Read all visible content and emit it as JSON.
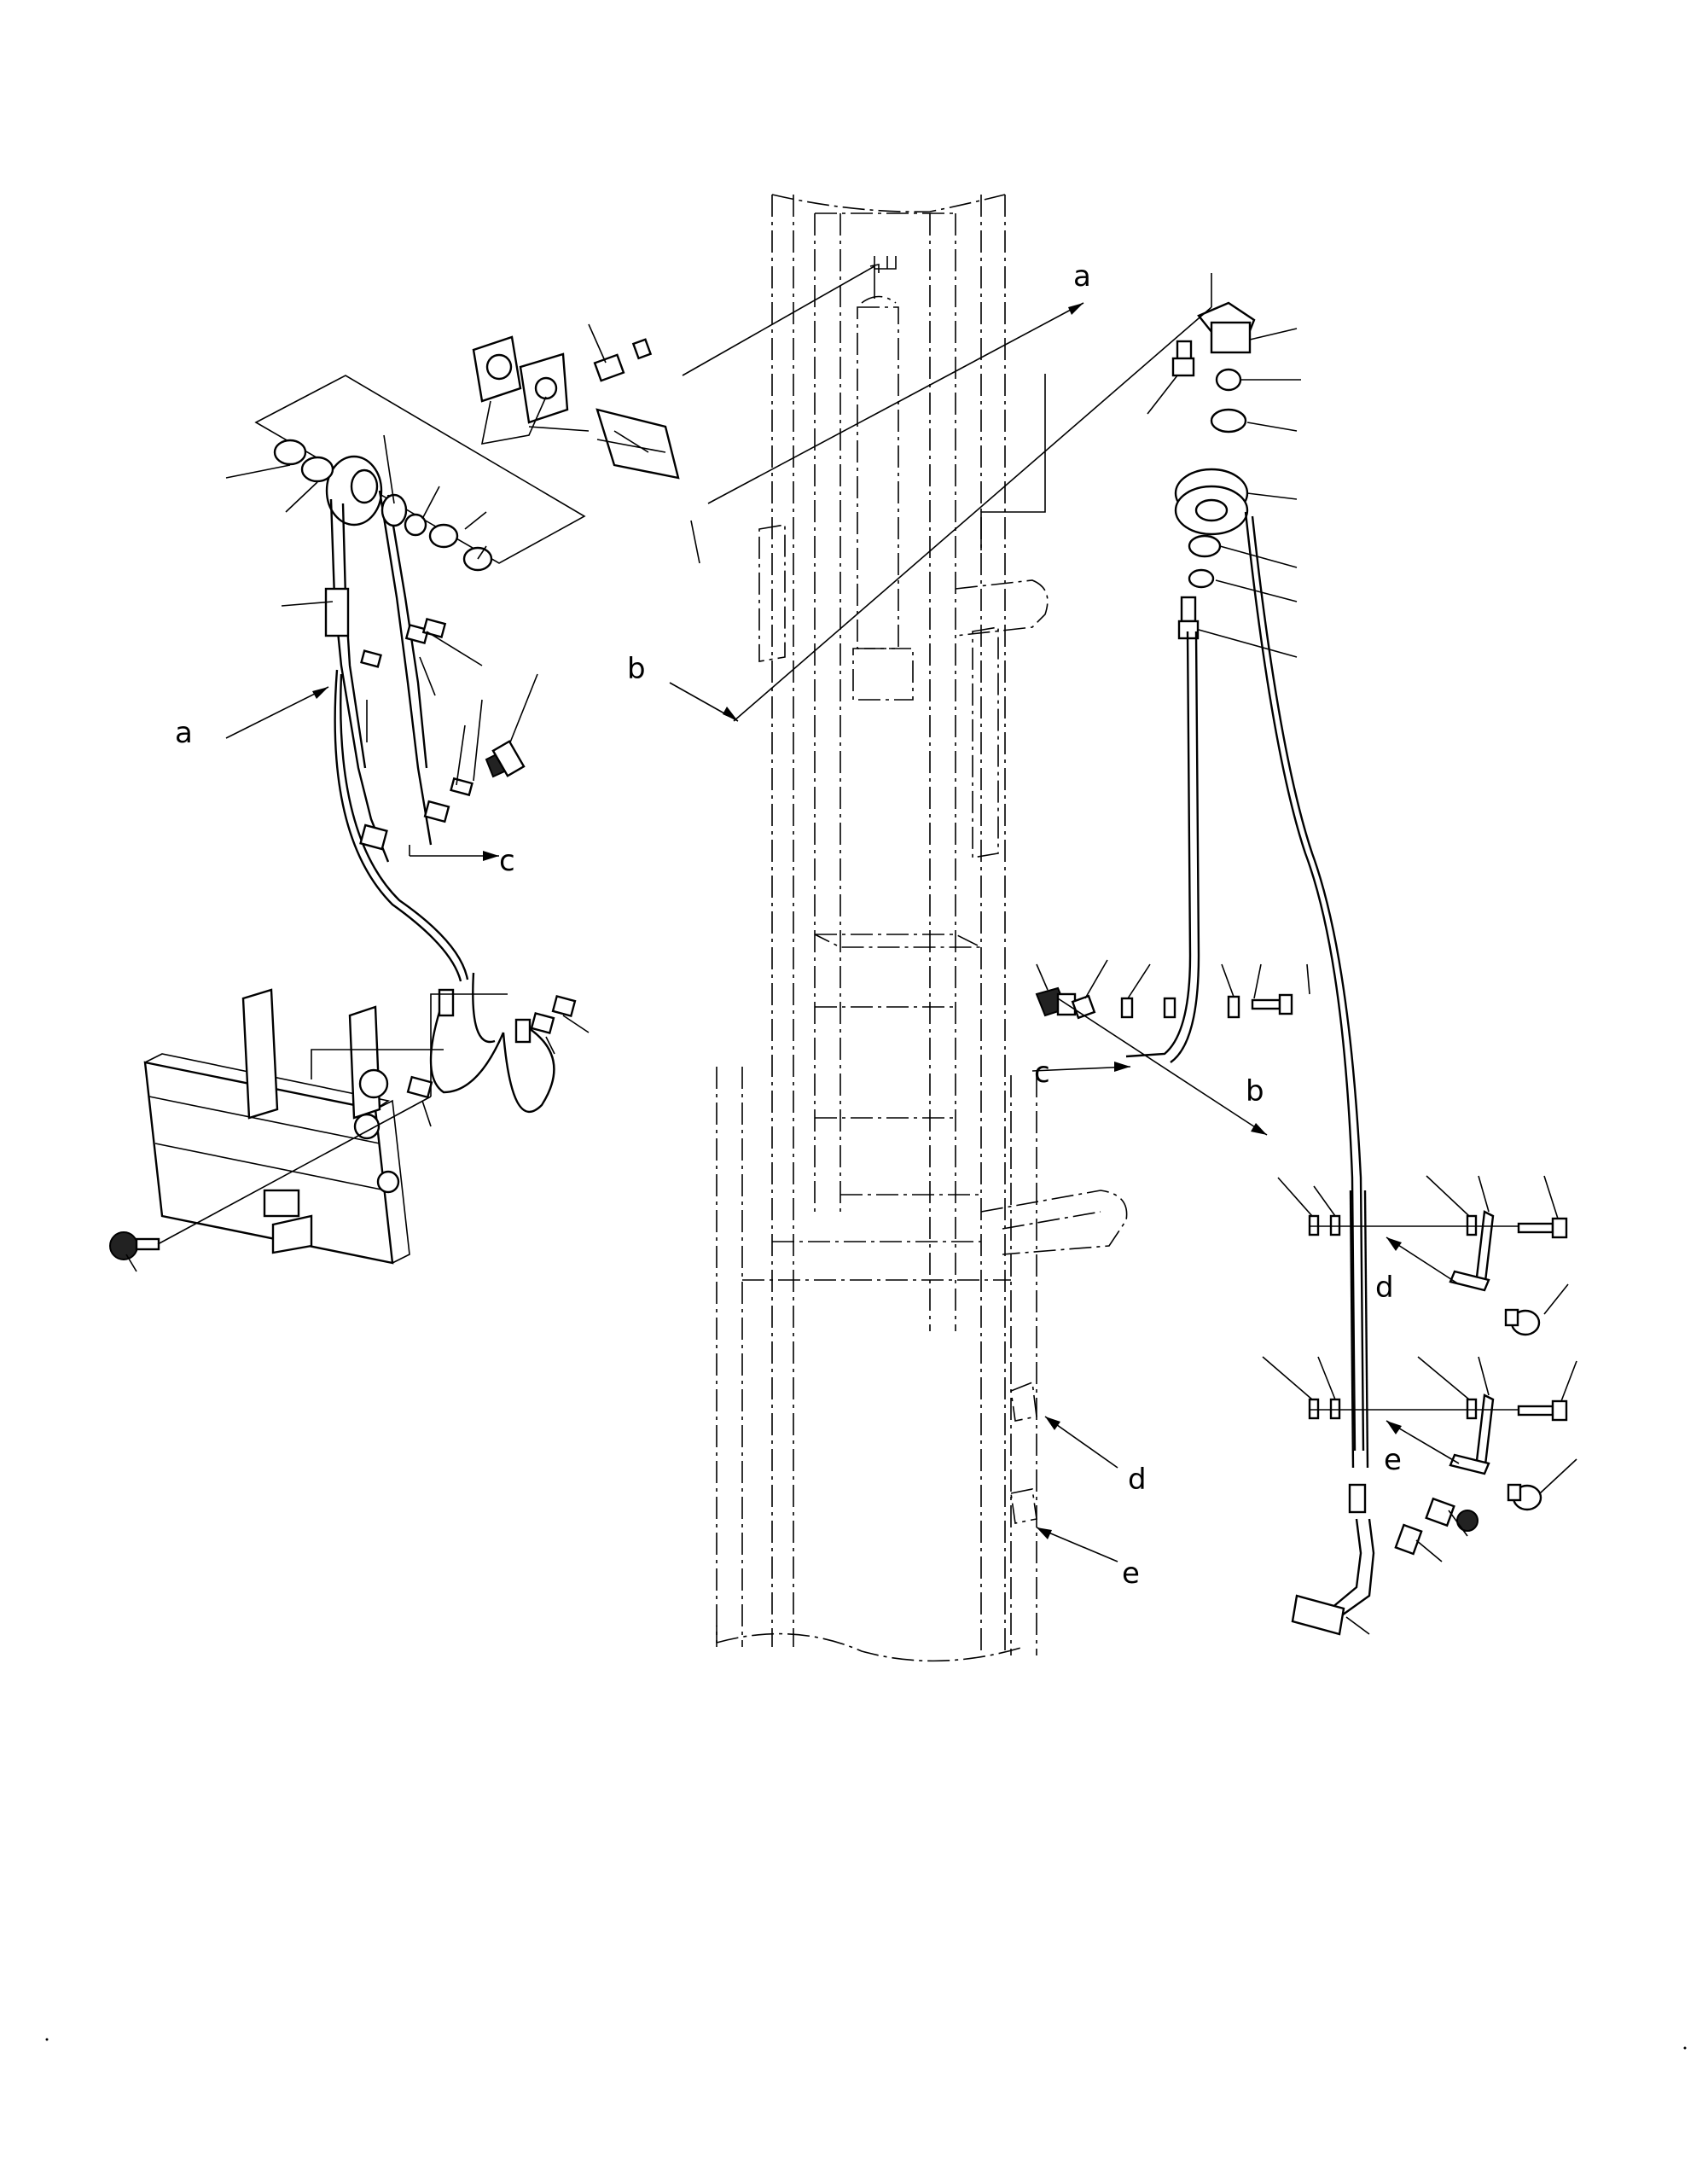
{
  "diagram": {
    "type": "exploded parts illustration",
    "callout_letters": {
      "a_main": "a",
      "a_left": "a",
      "b_center": "b",
      "b_right": "b",
      "c_left": "c",
      "c_right": "c",
      "d_center": "d",
      "d_right": "d",
      "e_center": "e",
      "e_right": "e"
    }
  }
}
